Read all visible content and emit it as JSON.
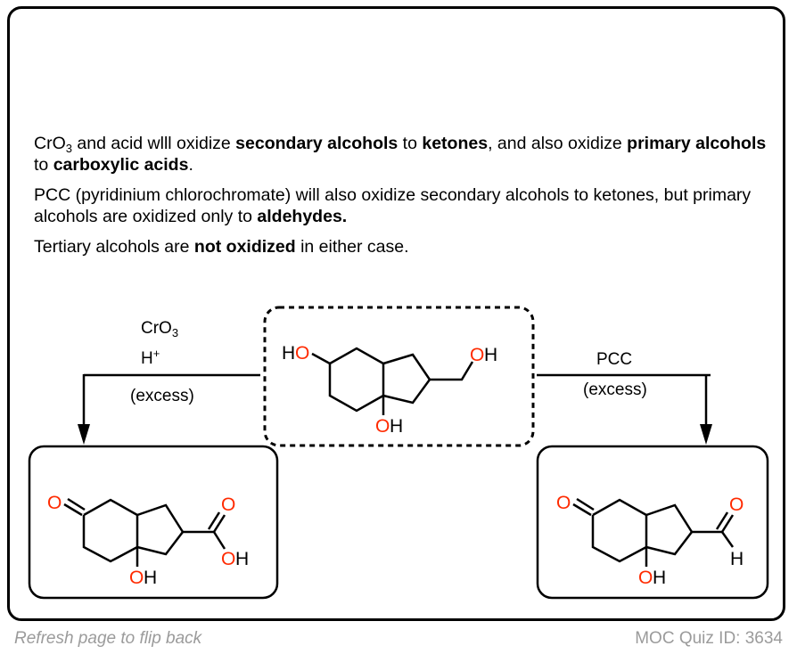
{
  "colors": {
    "oxygen": "#ff2a00",
    "bond": "#000000",
    "footer": "#9b9b9b"
  },
  "explanation": {
    "p1": {
      "pre": "CrO",
      "sub": "3",
      "t1": " and acid wlll oxidize ",
      "b1": "secondary alcohols",
      "t2": " to ",
      "b2": "ketones",
      "t3": ", and also oxidize ",
      "b3": "primary alcohols",
      "t4": " to ",
      "b4": "carboxylic acids",
      "t5": "."
    },
    "p2": {
      "t1": "PCC (pyridinium chlorochromate) will also oxidize secondary alcohols to ketones, but primary alcohols are oxidized only to ",
      "b1": "aldehydes."
    },
    "p3": {
      "t1": "Tertiary alcohols are ",
      "b1": "not oxidized",
      "t2": " in either case."
    }
  },
  "left_reaction": {
    "reagent_main": "CrO",
    "reagent_sub": "3",
    "acid": "H",
    "acid_sup": "+",
    "condition": "(excess)"
  },
  "right_reaction": {
    "reagent": "PCC",
    "condition": "(excess)"
  },
  "atoms": {
    "O": "O",
    "H": "H",
    "HO_H": "H"
  },
  "footer": {
    "left": "Refresh page to flip back",
    "right": "MOC Quiz ID: 3634"
  }
}
